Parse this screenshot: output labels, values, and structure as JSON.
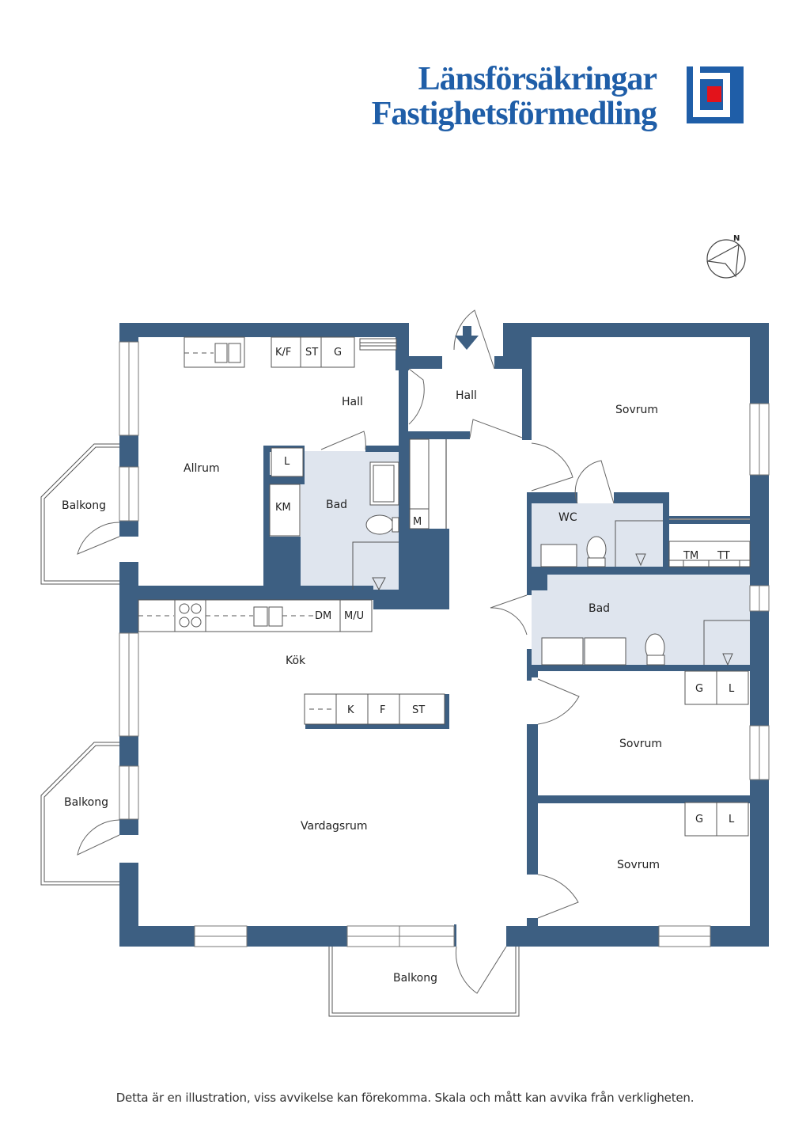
{
  "brand": {
    "line1": "Länsförsäkringar",
    "line2": "Fastighetsförmedling",
    "primary_color": "#1f5ea8",
    "accent_color": "#e3131b"
  },
  "compass": {
    "label": "N",
    "icon": "north-arrow-icon"
  },
  "colors": {
    "wall": "#3d5f82",
    "wet_room": "#dfe5ee",
    "line": "#555555"
  },
  "rooms": {
    "allrum": "Allrum",
    "hall_1": "Hall",
    "hall_2": "Hall",
    "sovrum_1": "Sovrum",
    "sovrum_2": "Sovrum",
    "sovrum_3": "Sovrum",
    "bad_1": "Bad",
    "bad_2": "Bad",
    "wc": "WC",
    "kok": "Kök",
    "vardagsrum": "Vardagsrum",
    "balkong_1": "Balkong",
    "balkong_2": "Balkong",
    "balkong_3": "Balkong"
  },
  "fixtures": {
    "hall_kf": "K/F",
    "hall_st": "ST",
    "hall_g": "G",
    "bad1_l": "L",
    "bad1_km": "KM",
    "m": "M",
    "kitchen_dm": "DM",
    "kitchen_mu": "M/U",
    "island_k": "K",
    "island_f": "F",
    "island_st": "ST",
    "tm": "TM",
    "tt": "TT",
    "sovrum2_g": "G",
    "sovrum2_l": "L",
    "sovrum3_g": "G",
    "sovrum3_l": "L"
  },
  "footer": {
    "disclaimer": "Detta är en illustration, viss avvikelse kan förekomma. Skala och mått kan avvika från verkligheten."
  }
}
